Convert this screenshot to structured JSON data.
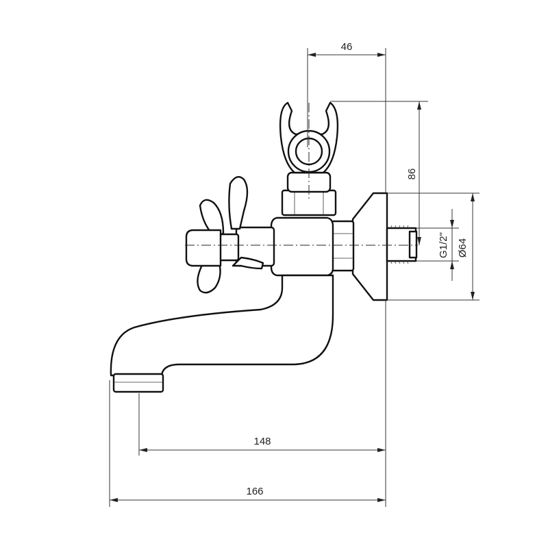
{
  "dimensions": {
    "top_width": "46",
    "height": "86",
    "thread": "G1/2\"",
    "flange_diameter": "Ø64",
    "spout_reach": "148",
    "overall_width": "166"
  }
}
